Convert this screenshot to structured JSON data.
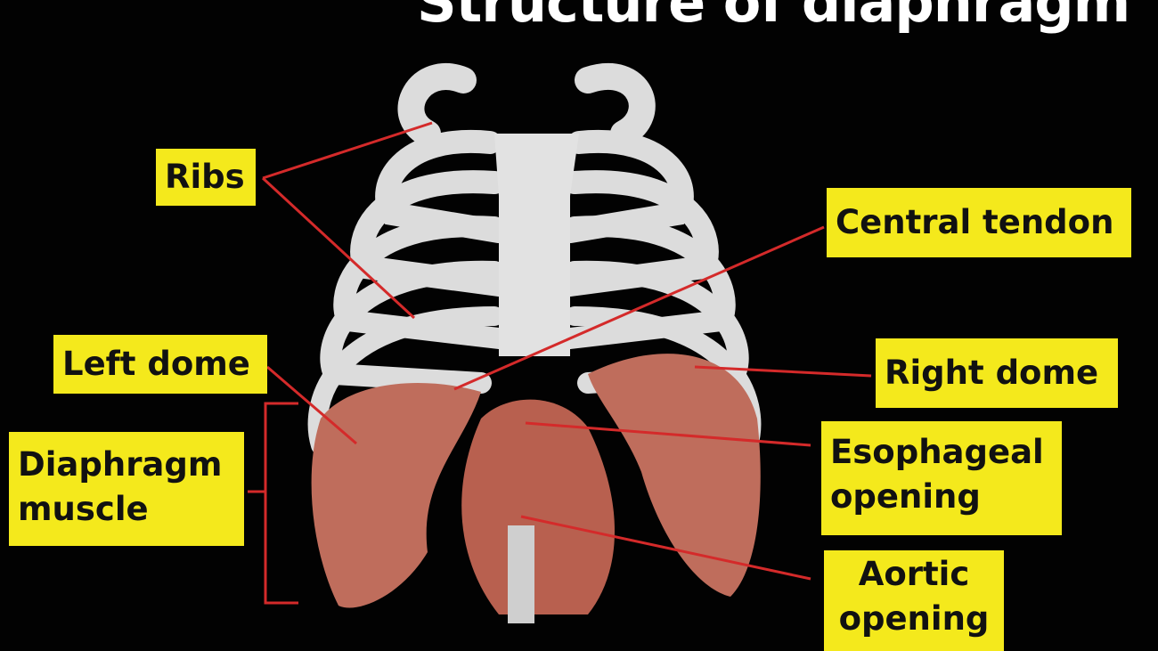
{
  "title": "Structure of diaphragm",
  "labels": {
    "ribs": "Ribs",
    "central_tendon": "Central tendon",
    "left_dome": "Left dome",
    "right_dome": "Right dome",
    "diaphragm_muscle_1": "Diaphragm",
    "diaphragm_muscle_2": "muscle",
    "esophageal_1": "Esophageal",
    "esophageal_2": "opening",
    "aortic_1": "Aortic",
    "aortic_2": "opening"
  },
  "colors": {
    "label_bg": "#f4e91c",
    "leader_line": "#d42a2a",
    "bone": "#d9d9d9",
    "muscle": "#c0705f",
    "background": "#020202"
  }
}
